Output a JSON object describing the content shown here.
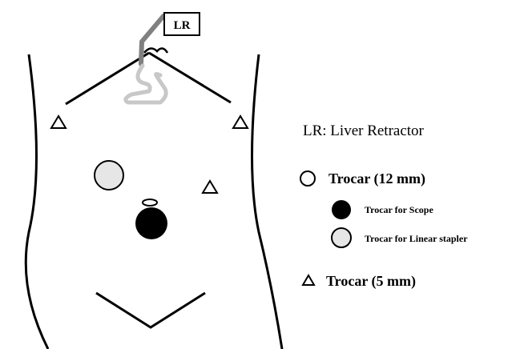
{
  "diagram": {
    "lr_box_label": "LR",
    "legend": {
      "title": "LR: Liver Retractor",
      "trocar_12": "Trocar (12 mm)",
      "scope": "Trocar for Scope",
      "linear_stapler": "Trocar for Linear stapler",
      "trocar_5": "Trocar (5 mm)"
    },
    "colors": {
      "outline": "#000000",
      "retractor_dark": "#808080",
      "retractor_light": "#c8c8c8",
      "stapler_fill": "#e6e6e6",
      "scope_fill": "#000000"
    },
    "icons": [
      "triangle-marker-icon",
      "circle-marker-icon",
      "filled-circle-icon",
      "gray-circle-icon"
    ]
  }
}
